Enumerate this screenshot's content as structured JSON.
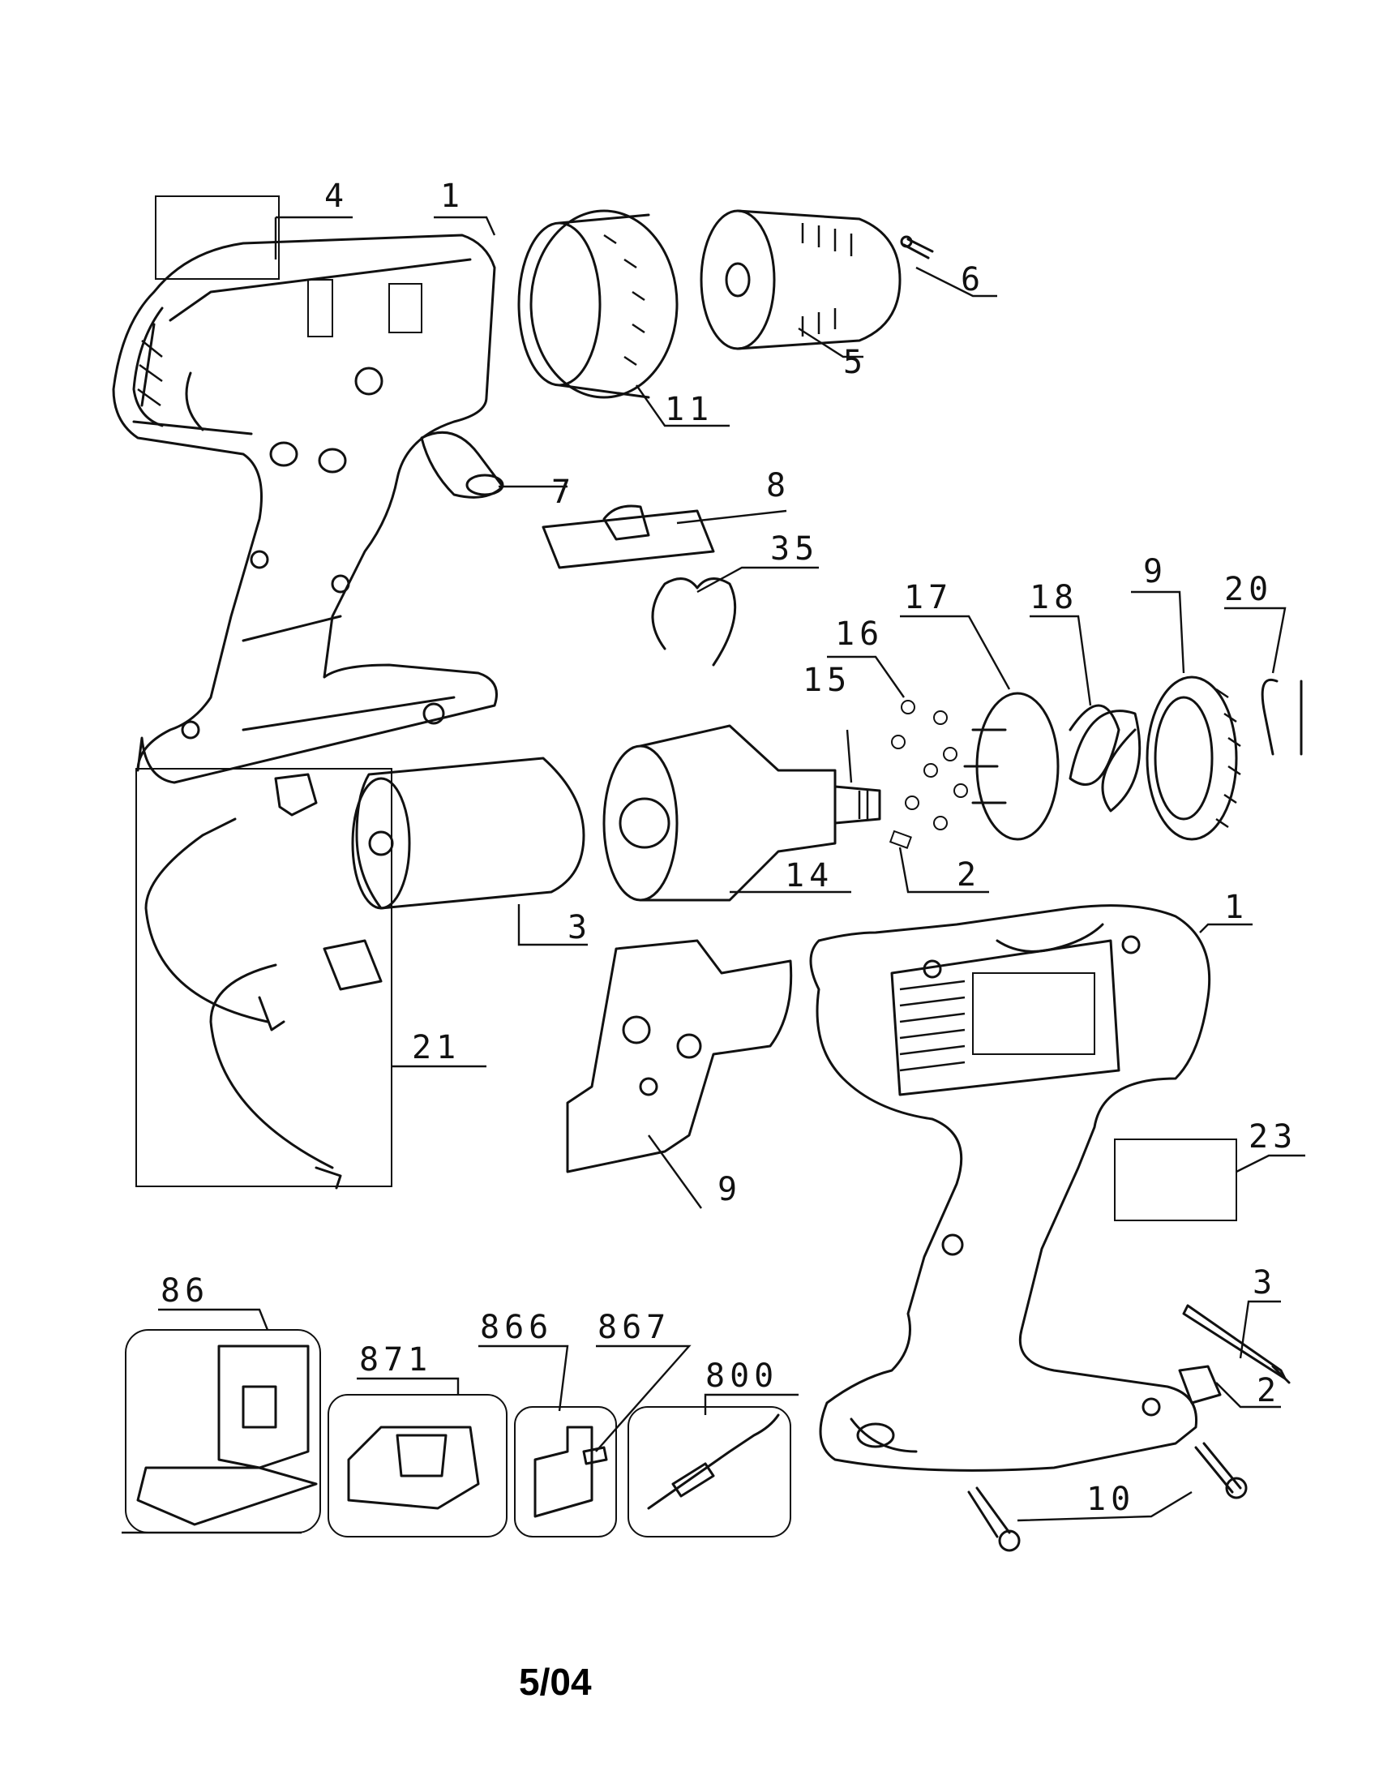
{
  "callouts": {
    "c4": "4",
    "c1_top": "1",
    "c6": "6",
    "c5": "5",
    "c11": "11",
    "c7": "7",
    "c8": "8",
    "c35": "35",
    "c16": "16",
    "c17": "17",
    "c18": "18",
    "c9_top": "9",
    "c20": "20",
    "c15": "15",
    "c2_mid": "2",
    "c14": "14",
    "c3_mid": "3",
    "c1_right": "1",
    "c21": "21",
    "c9_mid": "9",
    "c23": "23",
    "c3_right": "3",
    "c2_right": "2",
    "c10": "10",
    "c86": "86",
    "c871": "871",
    "c866": "866",
    "c867": "867",
    "c800": "800"
  },
  "footer": {
    "date": "5/04"
  }
}
